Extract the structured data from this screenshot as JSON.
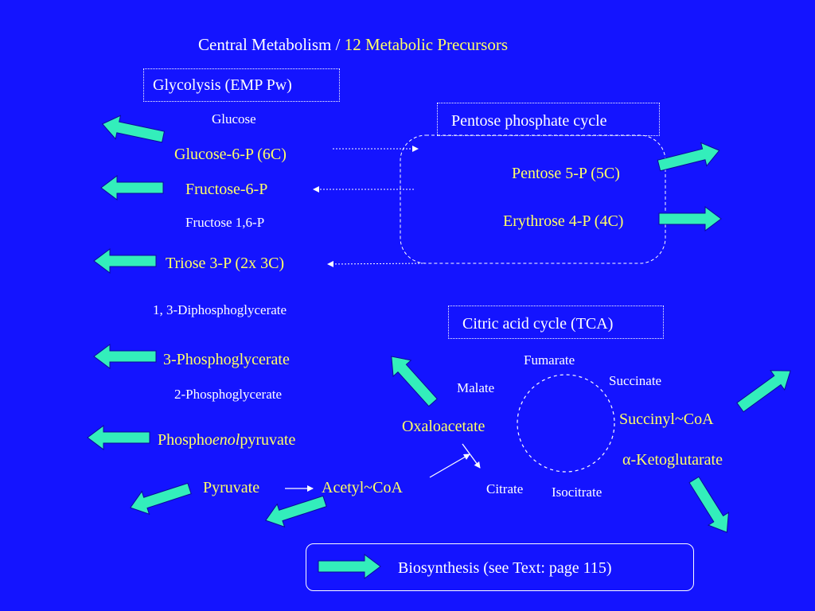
{
  "title": {
    "main": "Central Metabolism / ",
    "accent": "12 Metabolic Precursors"
  },
  "glycolysis": {
    "header": "Glycolysis (EMP Pw)",
    "glucose": "Glucose",
    "g6p": "Glucose-6-P (6C)",
    "f6p": "Fructose-6-P",
    "f16p": "Fructose 1,6-P",
    "triose": "Triose 3-P (2x 3C)",
    "dpg": "1, 3-Diphosphoglycerate",
    "pg3": "3-Phosphoglycerate",
    "pg2": "2-Phosphoglycerate",
    "pep_a": "Phospho",
    "pep_b": "enol",
    "pep_c": "pyruvate",
    "pyruvate": "Pyruvate",
    "acetyl": "Acetyl~CoA"
  },
  "pentose": {
    "header": "Pentose phosphate cycle",
    "p5p": "Pentose 5-P (5C)",
    "e4p": "Erythrose 4-P (4C)"
  },
  "tca": {
    "header": "Citric acid cycle (TCA)",
    "fumarate": "Fumarate",
    "succinate": "Succinate",
    "malate": "Malate",
    "succinyl": "Succinyl~CoA",
    "oxaloacetate": "Oxaloacetate",
    "akg_symbol": "α",
    "akg": "-Ketoglutarate",
    "citrate": "Citrate",
    "isocitrate": "Isocitrate"
  },
  "legend": {
    "label": "Biosynthesis (see Text: page 115)"
  },
  "colors": {
    "background": "#1414ff",
    "precursor": "#ffff66",
    "arrow": "#33eebb",
    "text": "#ffffff"
  }
}
